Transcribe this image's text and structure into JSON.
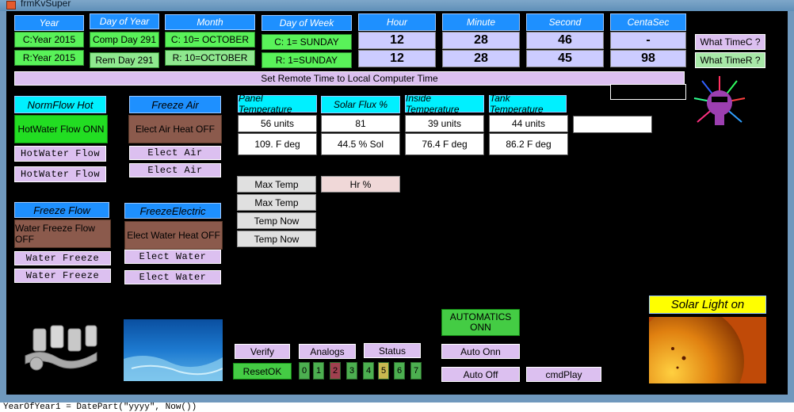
{
  "window": {
    "title": "frmKvSuper"
  },
  "time_headers": {
    "year": "Year",
    "day_of_year": "Day of Year",
    "month": "Month",
    "day_of_week": "Day of Week",
    "hour": "Hour",
    "minute": "Minute",
    "second": "Second",
    "centasec": "CentaSec"
  },
  "computer_time": {
    "year": "C:Year 2015",
    "day": "Comp Day 291",
    "month": "C:  10= OCTOBER",
    "weekday": "C:  1= SUNDAY",
    "hour": "12",
    "minute": "28",
    "second": "46",
    "centasec": "-"
  },
  "remote_time": {
    "year": "R:Year 2015",
    "day": "Rem Day 291",
    "month": "R:  10=OCTOBER",
    "weekday": "R:  1=SUNDAY",
    "hour": "12",
    "minute": "28",
    "second": "45",
    "centasec": "98"
  },
  "buttons": {
    "what_time_c": "What TimeC ?",
    "what_time_r": "What TimeR ?",
    "set_remote": "Set Remote Time to Local Computer Time",
    "hotwater_flow": "HotWater Flow",
    "elect_air": "Elect Air",
    "water_freeze": "Water Freeze",
    "elect_water": "Elect Water",
    "max_temp": "Max Temp",
    "temp_now": "Temp Now",
    "hr_percent": "Hr  %",
    "verify": "Verify",
    "analogs": "Analogs",
    "status": "Status",
    "reset_ok": "ResetOK",
    "auto_onn": "Auto Onn",
    "auto_off": "Auto Off",
    "cmd_play": "cmdPlay"
  },
  "panels": {
    "normflow_hot": {
      "title": "NormFlow Hot",
      "state": "HotWater Flow ONN"
    },
    "freeze_air": {
      "title": "Freeze Air",
      "state": "Elect Air Heat OFF"
    },
    "freeze_flow": {
      "title": "Freeze Flow",
      "state": "Water Freeze Flow OFF"
    },
    "freeze_electric": {
      "title": "FreezeElectric",
      "state": "Elect Water Heat OFF"
    }
  },
  "sensors": {
    "panel": {
      "title": "Panel Temperature",
      "units": "56 units",
      "value": "109. F deg"
    },
    "solar": {
      "title": "Solar Flux %",
      "units": "81",
      "value": "44.5 % Sol"
    },
    "inside": {
      "title": "Inside Temperature",
      "units": "39 units",
      "value": "76.4 F deg"
    },
    "tank": {
      "title": "Tank Temperature",
      "units": "44 units",
      "value": "86.2 F deg"
    }
  },
  "automatics": {
    "label": "AUTOMATICS ONN"
  },
  "solar_light": {
    "label": "Solar Light on"
  },
  "indicators": [
    "0",
    "1",
    "2",
    "3",
    "4",
    "5",
    "6",
    "7"
  ],
  "code_snippet": "YearOfYear1 = DatePart(\"yyyy\", Now())",
  "colors": {
    "accent_blue": "#1e90ff",
    "cyan": "#00f0ff",
    "green": "#59f259",
    "lavender": "#dcc0f0",
    "brown": "#8b5a4c"
  }
}
